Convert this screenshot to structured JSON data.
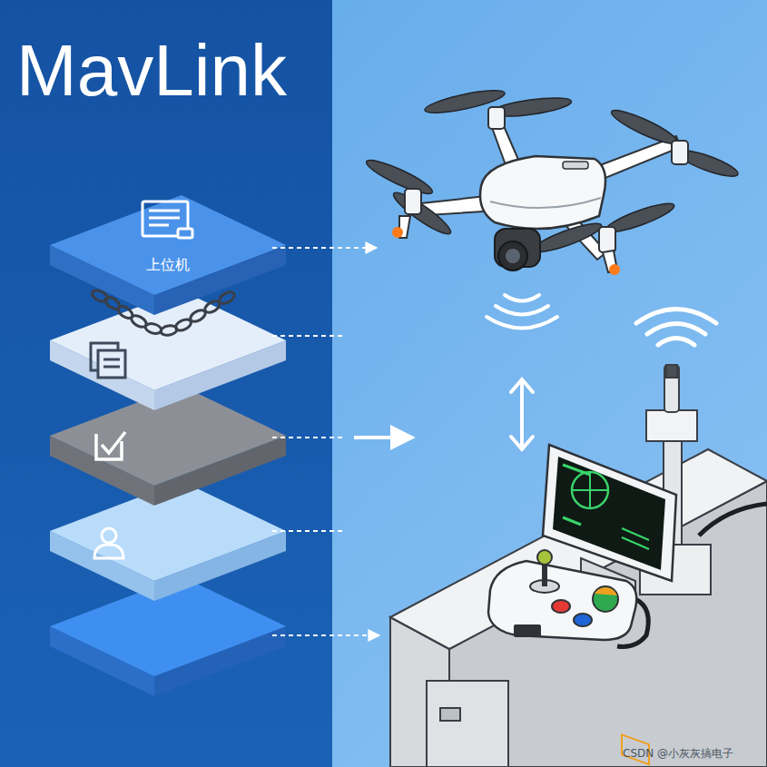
{
  "diagram": {
    "title": "MavLink",
    "nodes": [
      {
        "text": [
          "上位机"
        ]
      }
    ],
    "labels": [
      "CSDN @小灰灰搞电子"
    ]
  }
}
